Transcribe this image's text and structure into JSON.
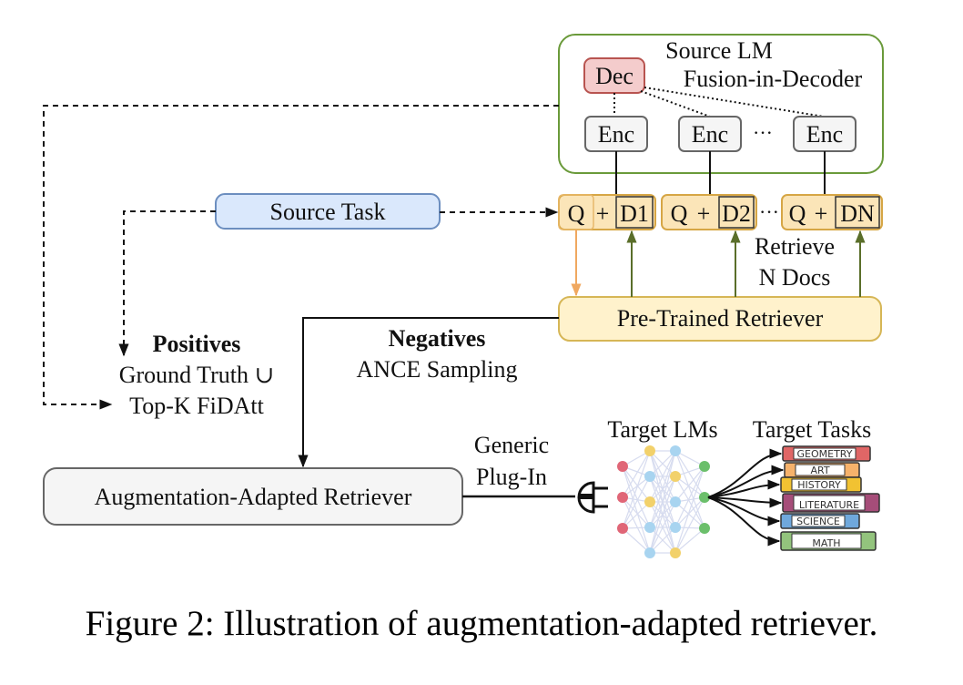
{
  "source_lm": {
    "title": "Source LM",
    "decoder": "Dec",
    "fid_label": "Fusion-in-Decoder",
    "encoders": [
      "Enc",
      "Enc",
      "Enc"
    ],
    "ellipsis": "···"
  },
  "inputs": {
    "q": "Q",
    "plus": "+",
    "docs": [
      "D1",
      "D2",
      "DN"
    ],
    "ellipsis": "···"
  },
  "retrieve": {
    "line1": "Retrieve",
    "line2": "N Docs"
  },
  "source_task": "Source Task",
  "pretrained_retriever": "Pre-Trained Retriever",
  "positives": {
    "title": "Positives",
    "line1": "Ground Truth ∪",
    "line2": "Top-K FiDAtt"
  },
  "negatives": {
    "title": "Negatives",
    "line1": "ANCE Sampling"
  },
  "aar": "Augmentation-Adapted Retriever",
  "plugin": {
    "line1": "Generic",
    "line2": "Plug-In"
  },
  "target_lms": "Target LMs",
  "target_tasks": {
    "title": "Target Tasks",
    "books": [
      "GEOMETRY",
      "ART",
      "HISTORY",
      "LITERATURE",
      "SCIENCE",
      "MATH"
    ]
  },
  "colors": {
    "green_border": "#6a9a3a",
    "dec_fill": "#f4cccc",
    "dec_border": "#b85450",
    "enc_fill": "#f5f5f5",
    "qd_fill": "#fbe5b8",
    "qd_border": "#d6a645",
    "source_task_fill": "#dae8fc",
    "source_task_border": "#6c8ebf",
    "retriever_fill": "#fff2cc",
    "retriever_border": "#d6b656",
    "aar_fill": "#f5f5f5",
    "aar_border": "#666666",
    "book_colors": [
      "#e06666",
      "#f6b26b",
      "#f1c232",
      "#a64d79",
      "#6fa8dc",
      "#93c47d"
    ]
  },
  "caption": "Figure 2: Illustration of augmentation-adapted retriever."
}
